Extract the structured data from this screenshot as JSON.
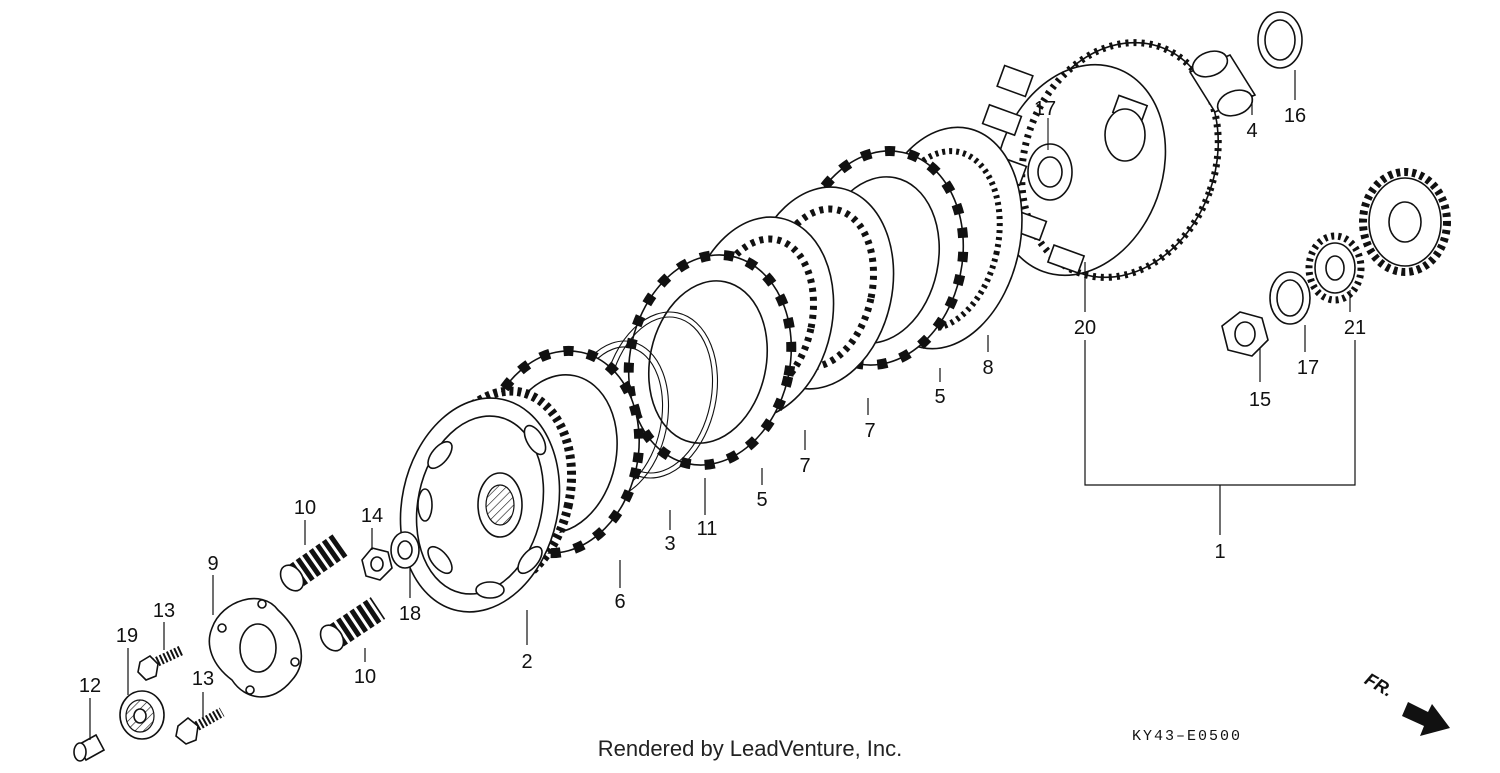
{
  "diagram": {
    "part_numbers": {
      "p1": "1",
      "p2": "2",
      "p3": "3",
      "p4": "4",
      "p5a": "5",
      "p5b": "5",
      "p6": "6",
      "p7a": "7",
      "p7b": "7",
      "p8": "8",
      "p9": "9",
      "p10a": "10",
      "p10b": "10",
      "p11": "11",
      "p12": "12",
      "p13a": "13",
      "p13b": "13",
      "p14": "14",
      "p15": "15",
      "p16": "16",
      "p17a": "17",
      "p17b": "17",
      "p18": "18",
      "p19": "19",
      "p20": "20",
      "p21": "21"
    },
    "drawing_code": "KY43–E0500",
    "direction_label": "FR.",
    "credit": "Rendered by LeadVenture, Inc."
  }
}
